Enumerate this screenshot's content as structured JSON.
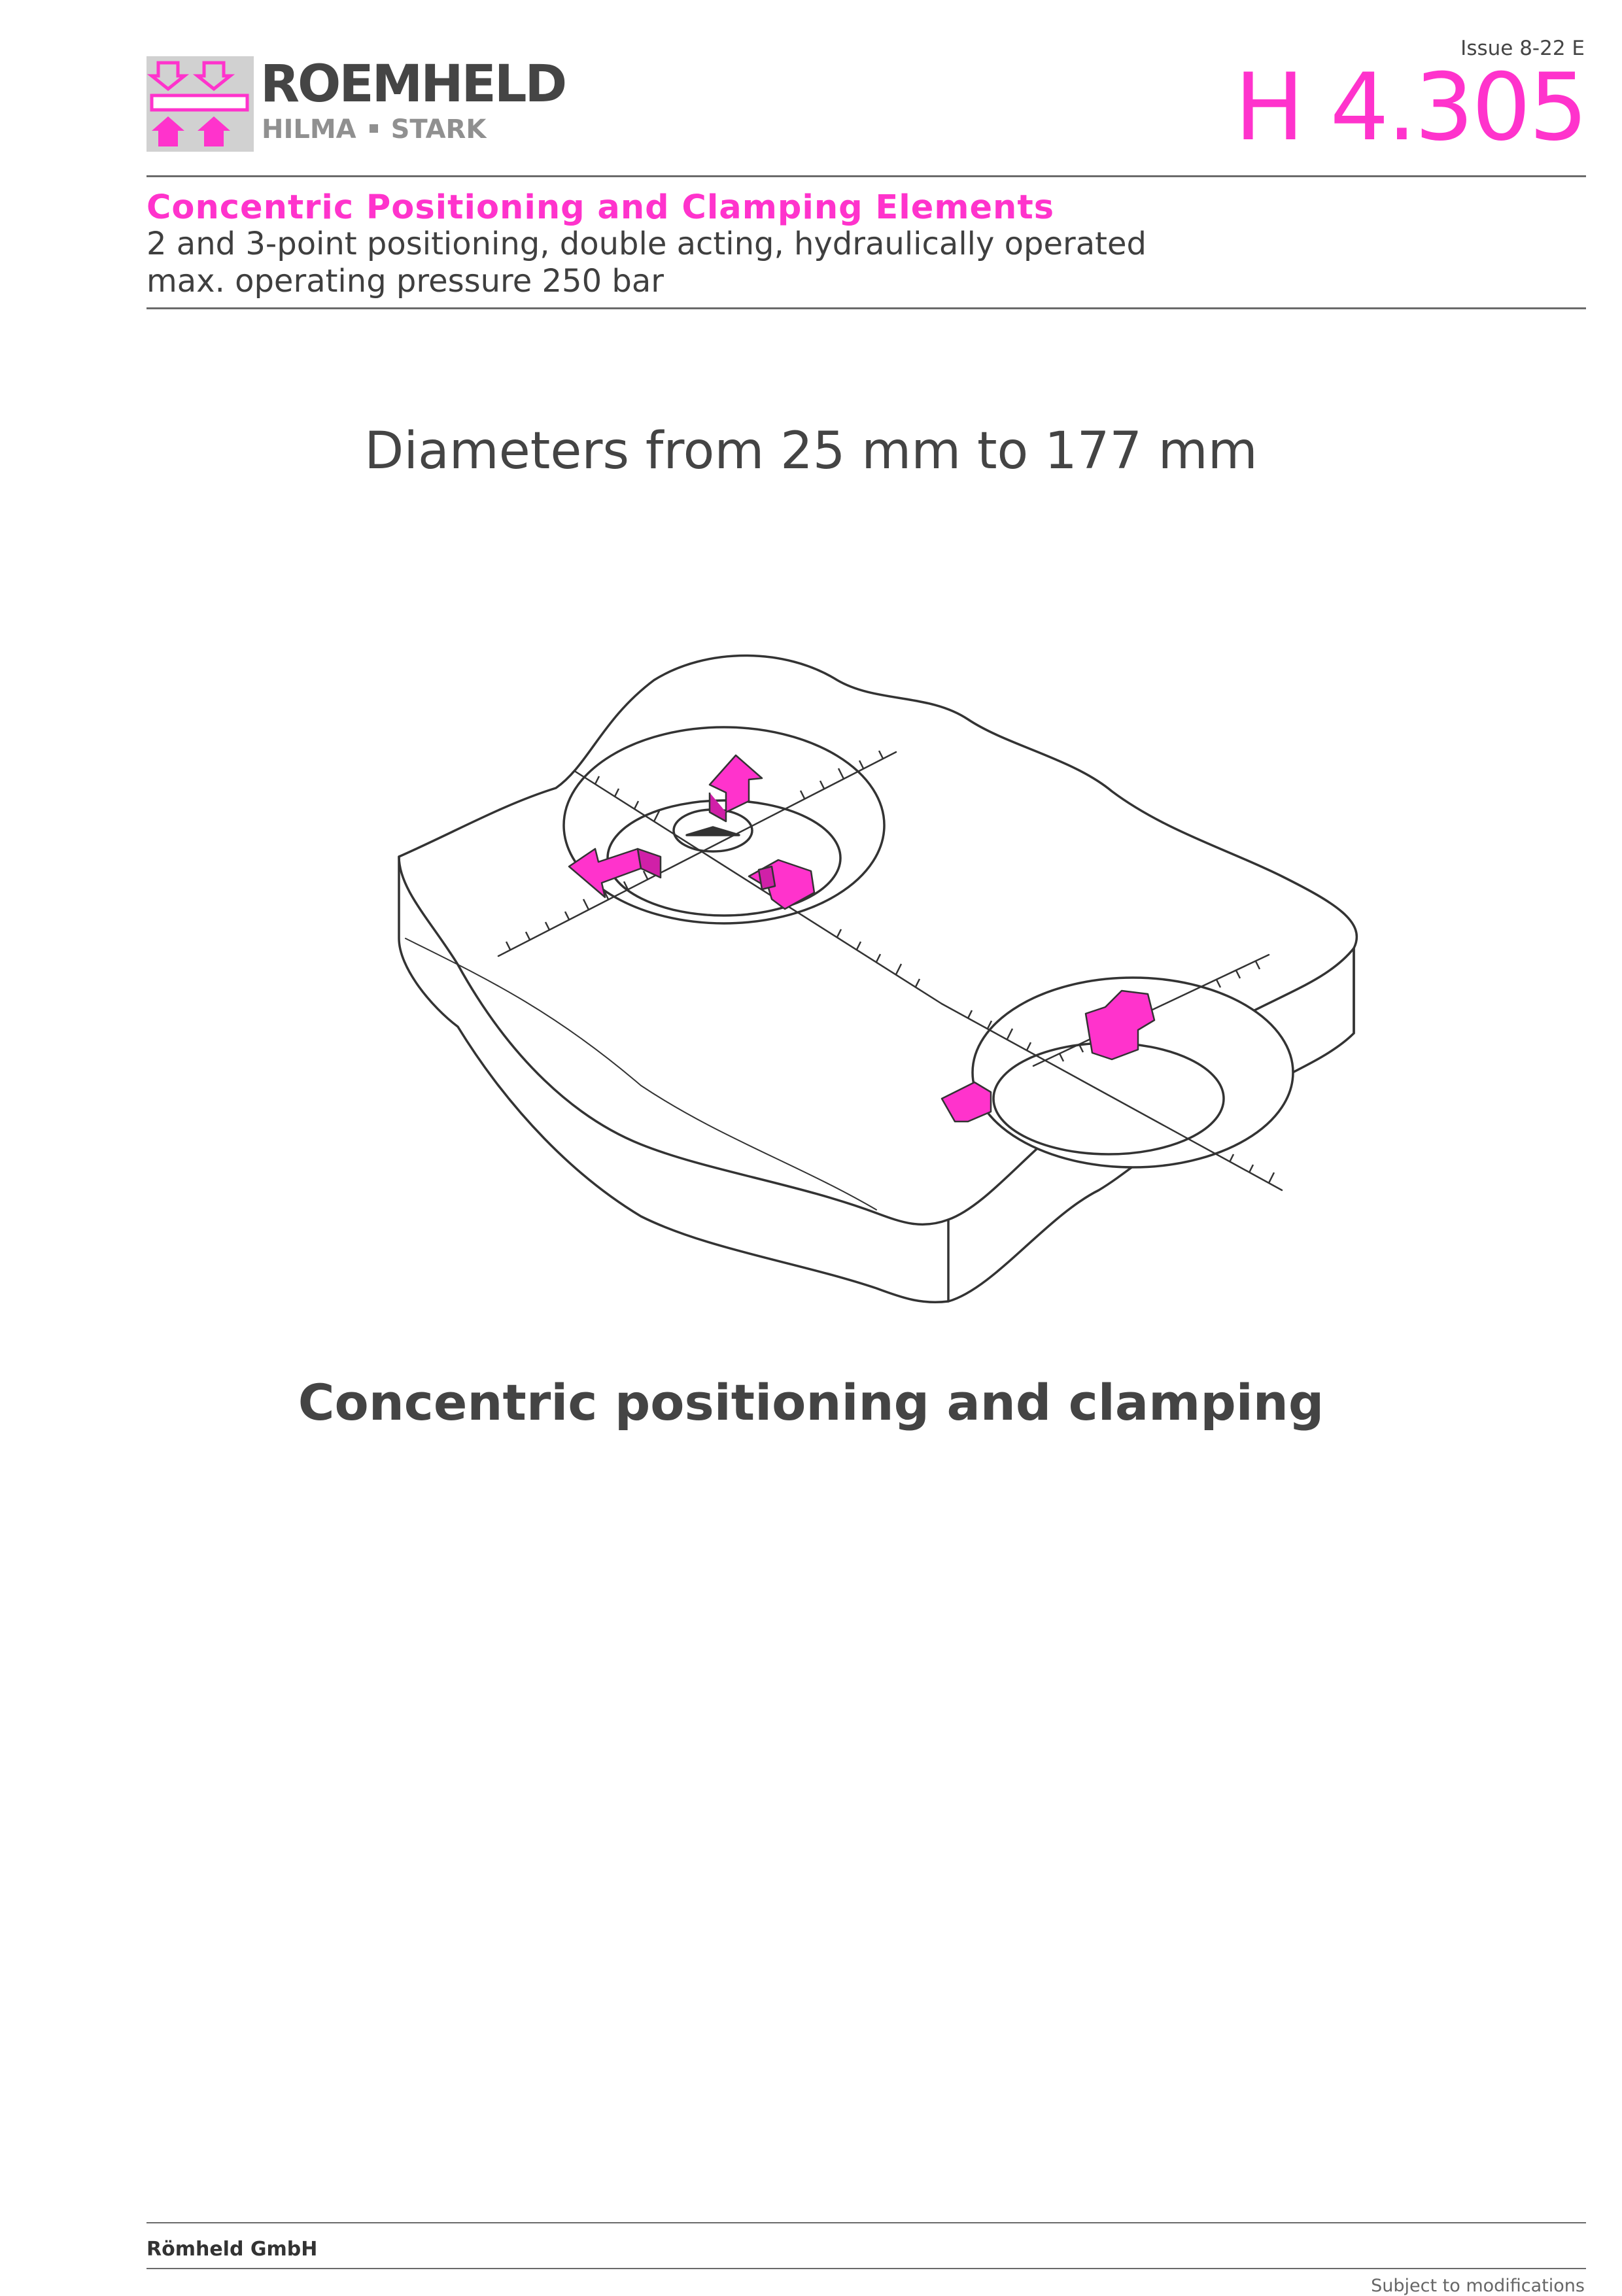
{
  "header": {
    "brand": "ROEMHELD",
    "brand_sub_1": "HILMA",
    "brand_sub_2": "STARK",
    "issue": "Issue 8-22 E",
    "doc_number": "H 4.305"
  },
  "title_block": {
    "heading": "Concentric Positioning and Clamping Elements",
    "line1": "2 and 3-point positioning, double acting, hydraulically operated",
    "line2": "max. operating pressure 250 bar"
  },
  "main": {
    "diameters": "Diameters from 25 mm to 177 mm",
    "caption": "Concentric positioning and clamping"
  },
  "footer": {
    "company": "Römheld GmbH",
    "note": "Subject to modifications"
  },
  "colors": {
    "accent": "#ff33cc",
    "text": "#454545",
    "logo_bg": "#d1d1d1"
  }
}
